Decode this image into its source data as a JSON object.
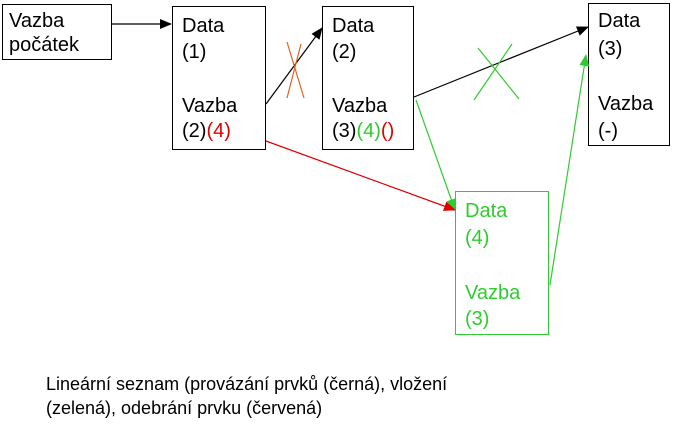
{
  "start": {
    "line1": "Vazba",
    "line2": "počátek"
  },
  "node1": {
    "data_label": "Data",
    "data_value": "(1)",
    "link_label": "Vazba",
    "link_black": "(2)",
    "link_red": "(4)"
  },
  "node2": {
    "data_label": "Data",
    "data_value": "(2)",
    "link_label": "Vazba",
    "link_black": "(3)",
    "link_green": "(4)",
    "link_red": "()"
  },
  "node3": {
    "data_label": "Data",
    "data_value": "(3)",
    "link_label": "Vazba",
    "link_value": "(-)"
  },
  "node4": {
    "data_label": "Data",
    "data_value": "(4)",
    "link_label": "Vazba",
    "link_value": "(3)"
  },
  "caption": {
    "line1": "Lineární seznam (provázání prvků (černá), vložení",
    "line2": "(zelená), odebrání prvku (červená)"
  },
  "colors": {
    "black": "#000000",
    "green": "#2ecc2e",
    "red": "#e00000"
  }
}
